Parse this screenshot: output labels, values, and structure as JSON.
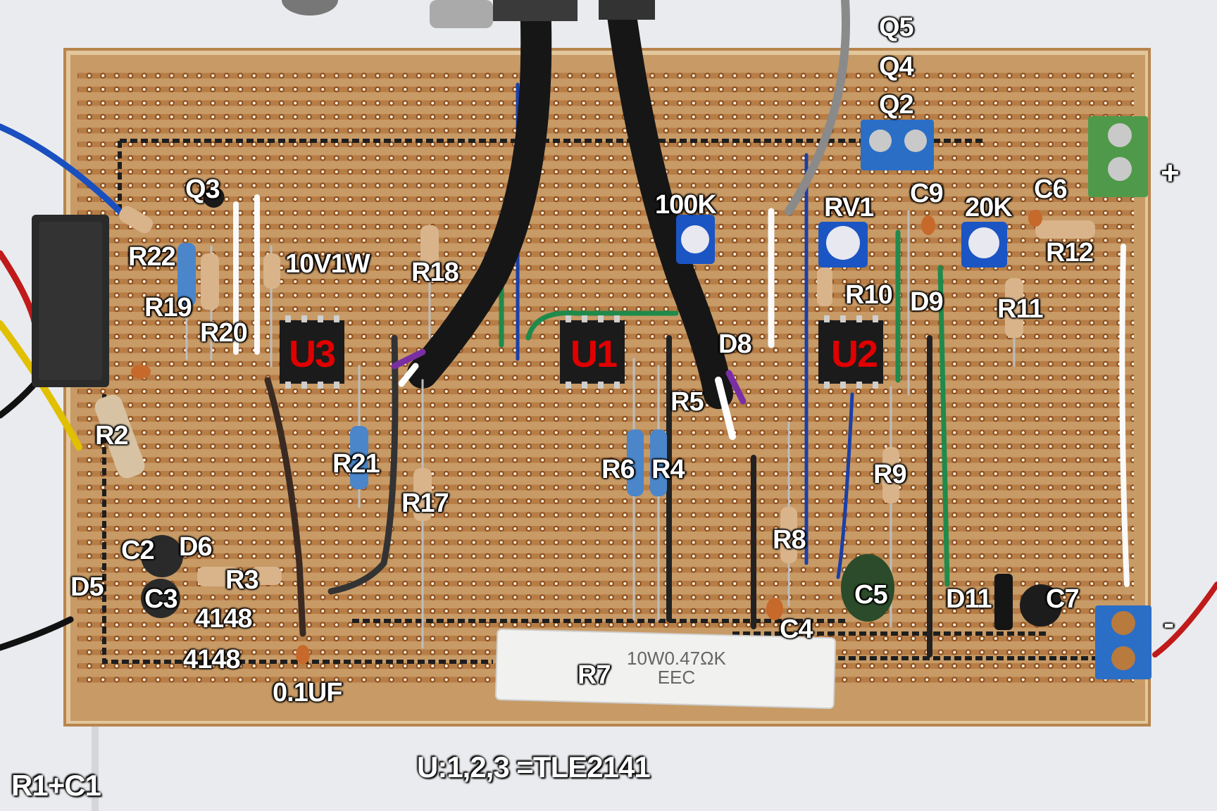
{
  "labels": {
    "q5": "Q5",
    "q4": "Q4",
    "q2": "Q2",
    "q3": "Q3",
    "plus": "+",
    "minus": "-",
    "r22": "R22",
    "r19": "R19",
    "r20": "R20",
    "r18": "R18",
    "v10": "10V1W",
    "k100": "100K",
    "rv1": "RV1",
    "c9": "C9",
    "k20": "20K",
    "c6": "C6",
    "r12": "R12",
    "r10": "R10",
    "d9": "D9",
    "r11": "R11",
    "d8": "D8",
    "r5": "R5",
    "r2": "R2",
    "r21": "R21",
    "r17": "R17",
    "r6": "R6",
    "r4": "R4",
    "r9": "R9",
    "r8": "R8",
    "c2": "C2",
    "d6": "D6",
    "d5": "D5",
    "c3": "C3",
    "r3": "R3",
    "n4148a": "4148",
    "n4148b": "4148",
    "c5": "C5",
    "d11": "D11",
    "c7": "C7",
    "c4": "C4",
    "r7": "R7",
    "uf": "0.1UF"
  },
  "ics": {
    "u1": "U1",
    "u2": "U2",
    "u3": "U3"
  },
  "r7_marking": {
    "line1": "10W0.47ΩK",
    "line2": "EEC"
  },
  "notes": {
    "ic_type": "U:1,2,3 =TLE2141",
    "r1c1": "R1+C1"
  },
  "colors": {
    "board": "#c79a66",
    "copper": "#a9652c",
    "trace": "#1e1e1e",
    "ic_label": "#e00000",
    "background": "#e9ebee"
  }
}
